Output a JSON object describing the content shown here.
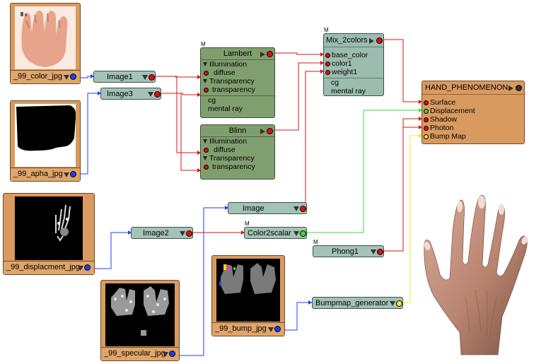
{
  "texture_nodes": {
    "color": {
      "label": "_99_color_jpg"
    },
    "alpha": {
      "label": "_99_apha_jpg"
    },
    "displacement": {
      "label": "_99_displacment_jpg"
    },
    "specular": {
      "label": "_99_specular_jpg"
    },
    "bump": {
      "label": "_99_bump_jpg"
    }
  },
  "image_nodes": {
    "image1": "Image1",
    "image3": "Image3",
    "image2": "Image2",
    "image": "Image",
    "color2scalar": "Color2scalar",
    "phong1": "Phong1",
    "bumpmap_generator": "Bumpmap_generator"
  },
  "m_marker": "M",
  "lambert": {
    "title": "Lambert",
    "group1": "Illumination",
    "diffuse": "diffuse",
    "group2": "Transparency",
    "transparency": "transparency",
    "foot1": "cg",
    "foot2": "mental ray"
  },
  "blinn": {
    "title": "Blinn",
    "group1": "Illumination",
    "diffuse": "diffuse",
    "group2": "Transparency",
    "transparency": "transparency"
  },
  "mix": {
    "title": "Mix_2colors",
    "inputs": [
      "base_color",
      "color1",
      "weight1"
    ],
    "foot1": "cg",
    "foot2": "mental ray"
  },
  "material": {
    "title": "HAND_PHENOMENON",
    "inputs": [
      "Surface",
      "Displacement",
      "Shadow",
      "Photon",
      "Bump Map"
    ]
  },
  "colors": {
    "wire_red": "#e01010",
    "wire_blue": "#1e3cff",
    "wire_green": "#33dd33",
    "wire_yellow": "#f5e733",
    "texture_node": "#d99a60",
    "image_node": "#a4c2b6",
    "shader_node": "#809f6e"
  }
}
